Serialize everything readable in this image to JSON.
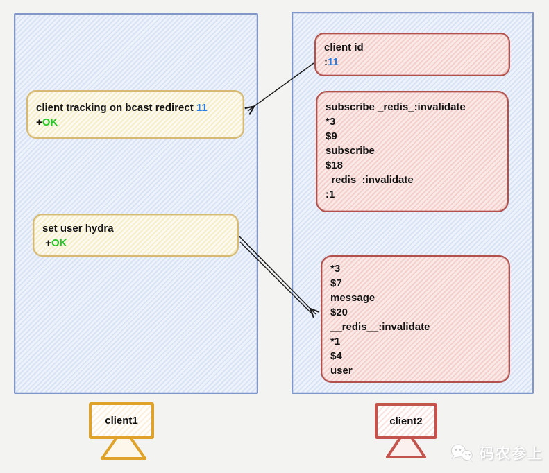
{
  "watermark": {
    "text": "码农参上",
    "icon": "chat-bubbles-icon"
  },
  "monitors": [
    {
      "label": "client1",
      "color": "#dfa22b"
    },
    {
      "label": "client2",
      "color": "#c3534d"
    }
  ],
  "boxes": [
    {
      "name": "box-client-tracking",
      "style": "yellow",
      "lines": [
        [
          {
            "t": "client tracking on bcast redirect ",
            "c": "k"
          },
          {
            "t": "11",
            "c": "b"
          }
        ],
        [
          {
            "t": "+",
            "c": "k"
          },
          {
            "t": "OK",
            "c": "g"
          }
        ]
      ]
    },
    {
      "name": "box-set-user",
      "style": "yellow",
      "lines": [
        [
          {
            "t": "set user hydra",
            "c": "k"
          }
        ],
        [
          {
            "t": " +",
            "c": "k"
          },
          {
            "t": "OK",
            "c": "g"
          }
        ]
      ]
    },
    {
      "name": "box-client-id",
      "style": "red",
      "lines": [
        [
          {
            "t": "client id",
            "c": "k"
          }
        ],
        [
          {
            "t": ":",
            "c": "k"
          },
          {
            "t": "11",
            "c": "b"
          }
        ]
      ]
    },
    {
      "name": "box-subscribe",
      "style": "red",
      "lines": [
        [
          {
            "t": "subscribe _redis_:invalidate",
            "c": "k"
          }
        ],
        [
          {
            "t": "*3",
            "c": "k"
          }
        ],
        [
          {
            "t": "$9",
            "c": "k"
          }
        ],
        [
          {
            "t": "subscribe",
            "c": "k"
          }
        ],
        [
          {
            "t": "$18",
            "c": "k"
          }
        ],
        [
          {
            "t": "_redis_:invalidate",
            "c": "k"
          }
        ],
        [
          {
            "t": ":1",
            "c": "k"
          }
        ]
      ]
    },
    {
      "name": "box-invalidate-message",
      "style": "red",
      "lines": [
        [
          {
            "t": "*3",
            "c": "k"
          }
        ],
        [
          {
            "t": "$7",
            "c": "k"
          }
        ],
        [
          {
            "t": "message",
            "c": "k"
          }
        ],
        [
          {
            "t": "$20",
            "c": "k"
          }
        ],
        [
          {
            "t": "__redis__:invalidate",
            "c": "k"
          }
        ],
        [
          {
            "t": "*1",
            "c": "k"
          }
        ],
        [
          {
            "t": "$4",
            "c": "k"
          }
        ],
        [
          {
            "t": "user",
            "c": "k"
          }
        ]
      ]
    }
  ],
  "colors": {
    "panel_border": "#8097c7",
    "yellow_border": "#d6ba74",
    "red_border": "#b2514b",
    "monitor1_border": "#dfa22b",
    "monitor2_border": "#c3534d",
    "blue_text": "#2a7de1",
    "green_text": "#28c526",
    "arrow": "#1c1c1c"
  }
}
